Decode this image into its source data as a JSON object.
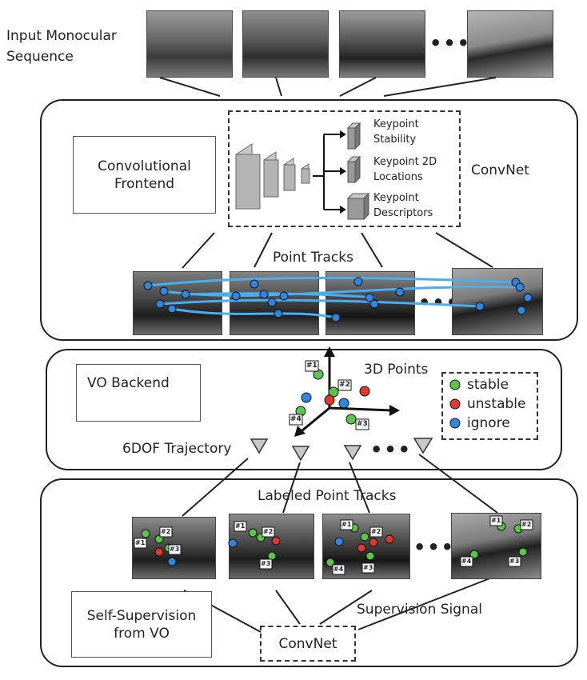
{
  "input": {
    "label_line1": "Input Monocular",
    "label_line2": "Sequence",
    "ellipsis": "•••"
  },
  "frontend": {
    "title_line1": "Convolutional",
    "title_line2": "Frontend",
    "convnet_label": "ConvNet",
    "outputs": [
      {
        "line1": "Keypoint",
        "line2": "Stability"
      },
      {
        "line1": "Keypoint 2D",
        "line2": "Locations"
      },
      {
        "line1": "Keypoint",
        "line2": "Descriptors"
      }
    ],
    "point_tracks_label": "Point Tracks"
  },
  "backend": {
    "title": "VO Backend",
    "points_label": "3D Points",
    "trajectory_label": "6DOF Trajectory",
    "ellipsis": "•••",
    "point_tags": [
      "#1",
      "#2",
      "#3",
      "#4"
    ],
    "legend": [
      {
        "label": "stable",
        "color": "#5cc64a"
      },
      {
        "label": "unstable",
        "color": "#e0392b"
      },
      {
        "label": "ignore",
        "color": "#2f86e0"
      }
    ]
  },
  "supervision": {
    "labeled_tracks_label": "Labeled Point Tracks",
    "box_line1": "Self-Supervision",
    "box_line2": "from VO",
    "signal_label": "Supervision Signal",
    "convnet_label": "ConvNet",
    "ellipsis": "•••"
  },
  "colors": {
    "track_line": "#49aef0",
    "stable": "#5cc64a",
    "unstable": "#e0392b",
    "ignore": "#2f86e0"
  }
}
